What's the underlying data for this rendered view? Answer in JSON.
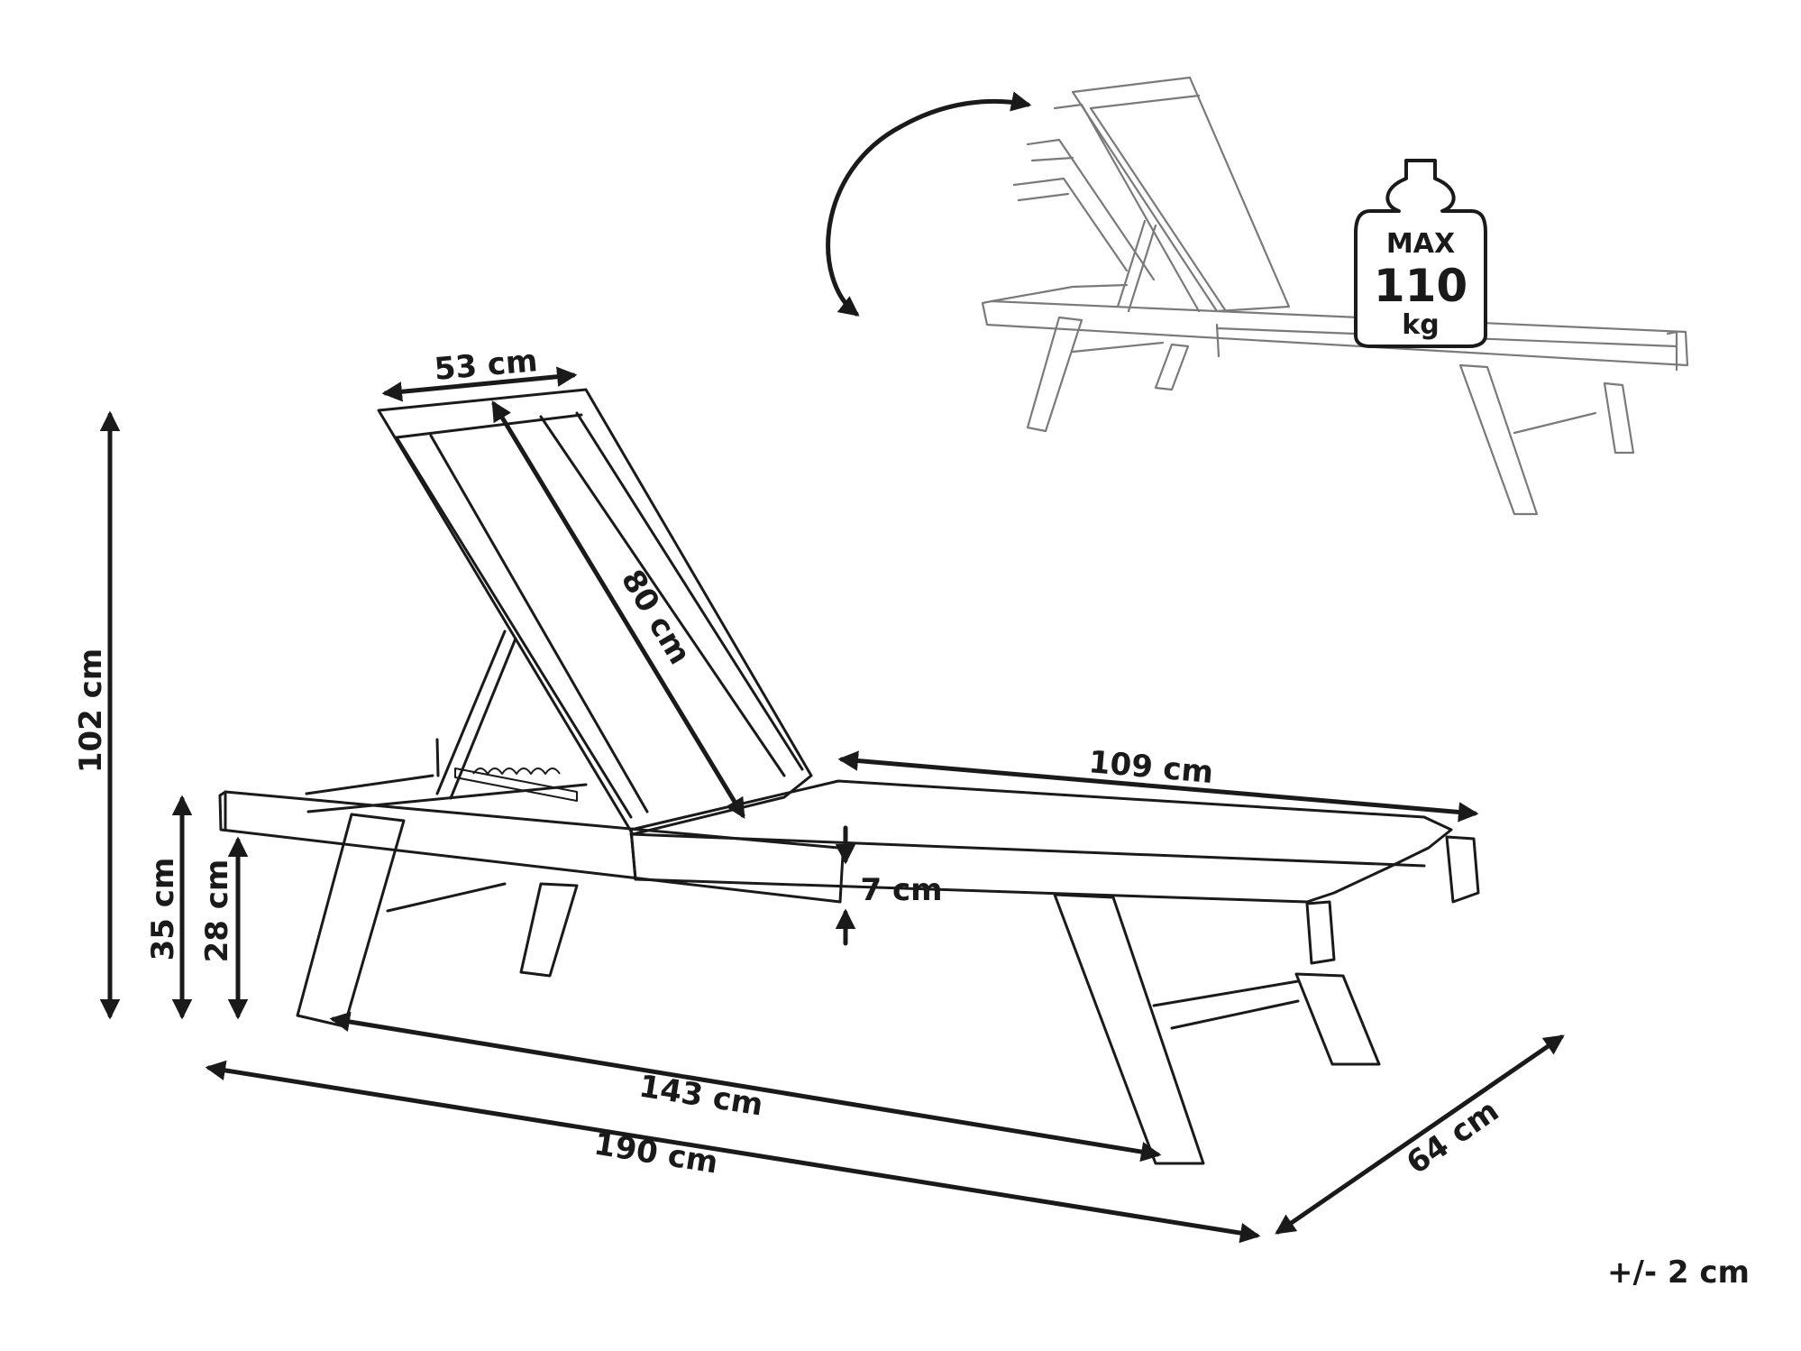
{
  "dimensions": {
    "width_backrest": "53 cm",
    "backrest_length": "80 cm",
    "total_height": "102 cm",
    "frame_height": "35 cm",
    "seat_height": "28 cm",
    "seat_length": "109 cm",
    "thickness": "7 cm",
    "leg_span": "143 cm",
    "total_length": "190 cm",
    "depth": "64 cm",
    "tolerance": "+/- 2 cm"
  },
  "weight_badge": {
    "max_label": "MAX",
    "value": "110",
    "unit": "kg"
  },
  "colors": {
    "stroke": "#1a1a1a",
    "ghost_stroke": "#7a7a7a",
    "background": "#ffffff"
  },
  "icons": [
    "weight-icon",
    "rotate-arrow-icon"
  ]
}
